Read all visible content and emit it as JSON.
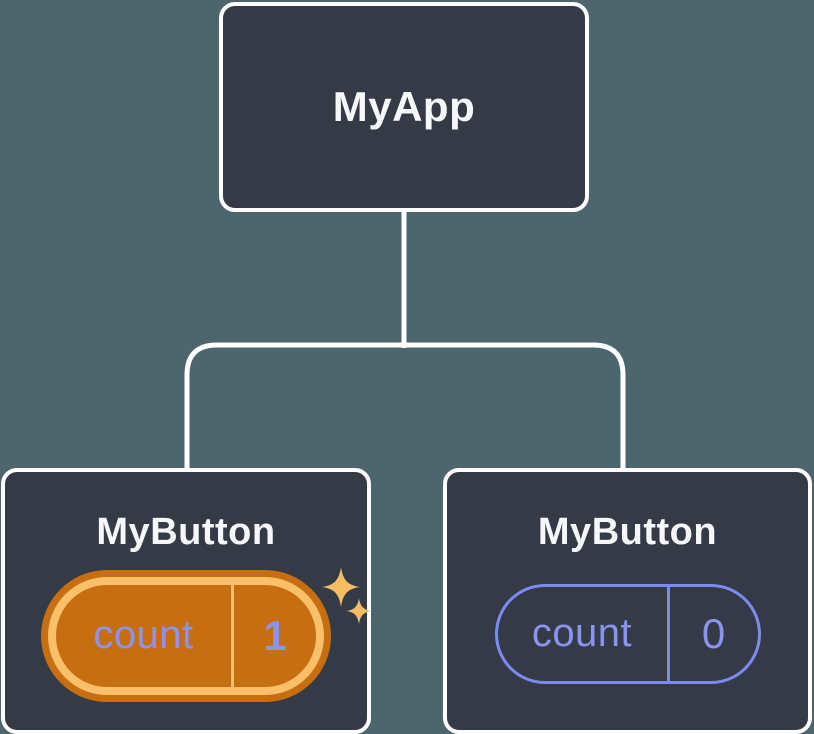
{
  "diagram": {
    "description": "React component tree showing isolated state",
    "colors": {
      "background": "#4d666d",
      "node_fill": "#343a46",
      "node_border": "#ffffff",
      "connector": "#ffffff",
      "title_text": "#f6f7f9",
      "state_text": "#8a94ef",
      "cool_pill_border": "#7c8bf2",
      "highlight_outer": "#c76e10",
      "highlight_inner": "#fabf69",
      "sparkle": "#f6bc63"
    },
    "root": {
      "label": "MyApp"
    },
    "children": [
      {
        "label": "MyButton",
        "state_key": "count",
        "state_value": "1",
        "highlighted": true,
        "icon": "sparkle-icon"
      },
      {
        "label": "MyButton",
        "state_key": "count",
        "state_value": "0",
        "highlighted": false
      }
    ]
  }
}
